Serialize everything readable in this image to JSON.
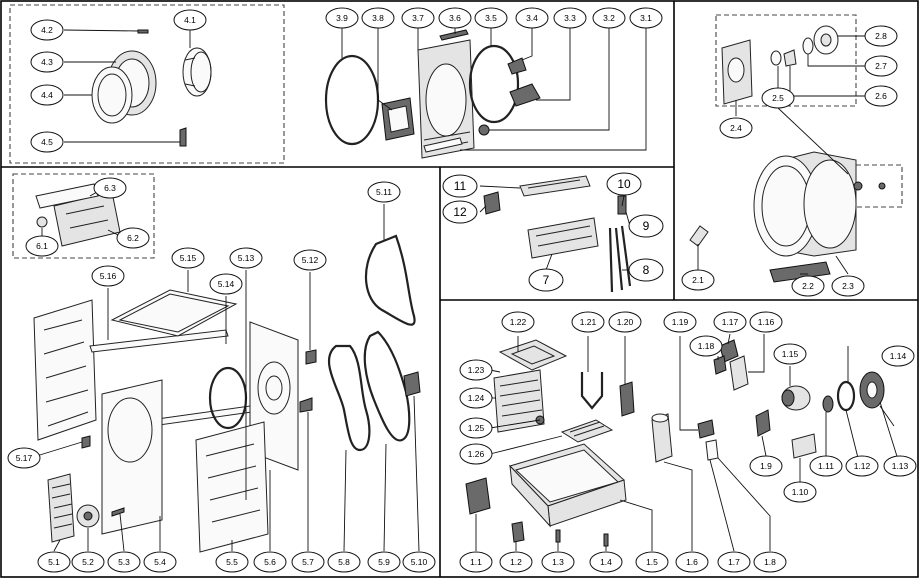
{
  "callouts": {
    "s4": [
      "4.1",
      "4.2",
      "4.3",
      "4.4",
      "4.5"
    ],
    "s3": [
      "3.1",
      "3.2",
      "3.3",
      "3.4",
      "3.5",
      "3.6",
      "3.7",
      "3.8",
      "3.9"
    ],
    "s2": [
      "2.1",
      "2.2",
      "2.3",
      "2.4",
      "2.5",
      "2.6",
      "2.7",
      "2.8"
    ],
    "s6": [
      "6.1",
      "6.2",
      "6.3"
    ],
    "s5": [
      "5.1",
      "5.2",
      "5.3",
      "5.4",
      "5.5",
      "5.6",
      "5.7",
      "5.8",
      "5.9",
      "5.10",
      "5.11",
      "5.12",
      "5.13",
      "5.14",
      "5.15",
      "5.16",
      "5.17"
    ],
    "s7": [
      "7",
      "8",
      "9",
      "10",
      "11",
      "12"
    ],
    "s1": [
      "1.1",
      "1.2",
      "1.3",
      "1.4",
      "1.5",
      "1.6",
      "1.7",
      "1.8",
      "1.9",
      "1.10",
      "1.11",
      "1.12",
      "1.13",
      "1.14",
      "1.15",
      "1.16",
      "1.17",
      "1.18",
      "1.19",
      "1.20",
      "1.21",
      "1.22",
      "1.23",
      "1.24",
      "1.25",
      "1.26"
    ]
  }
}
